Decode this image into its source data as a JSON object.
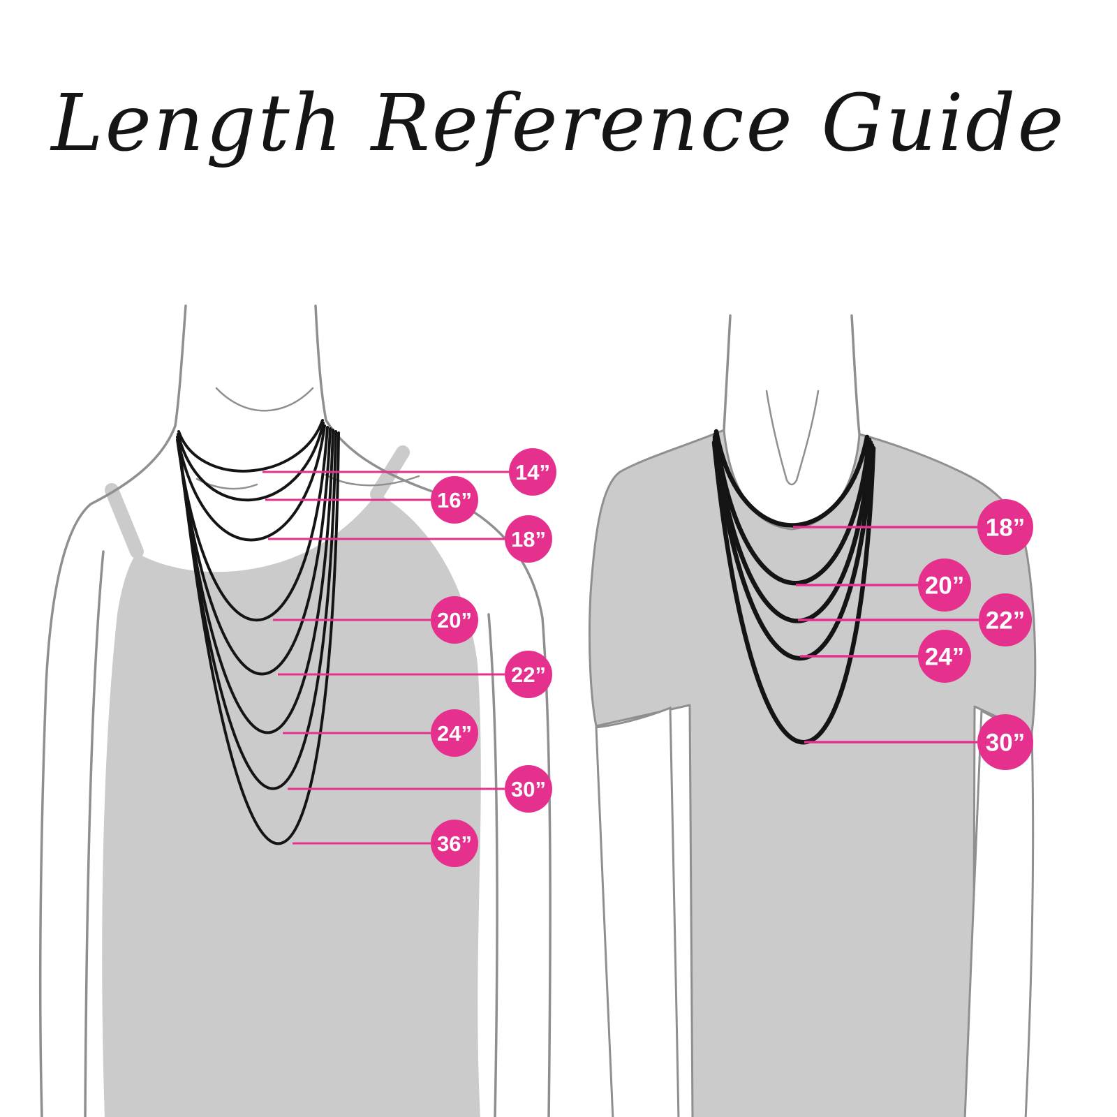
{
  "title": "Length Reference Guide",
  "colors": {
    "pink": "#E5308E",
    "garment_gray": "#CBCBCB",
    "outline_gray": "#8F8F8F",
    "necklace_black": "#141414",
    "badge_text": "#FFFFFF",
    "title_color": "#151515"
  },
  "left_figure": {
    "lengths_in_inches": [
      14,
      16,
      18,
      20,
      22,
      24,
      30,
      36
    ],
    "badges": [
      {
        "label": "14”"
      },
      {
        "label": "16”"
      },
      {
        "label": "18”"
      },
      {
        "label": "20”"
      },
      {
        "label": "22”"
      },
      {
        "label": "24”"
      },
      {
        "label": "30”"
      },
      {
        "label": "36”"
      }
    ]
  },
  "right_figure": {
    "lengths_in_inches": [
      18,
      20,
      22,
      24,
      30
    ],
    "badges": [
      {
        "label": "18”"
      },
      {
        "label": "20”"
      },
      {
        "label": "22”"
      },
      {
        "label": "24”"
      },
      {
        "label": "30”"
      }
    ]
  }
}
